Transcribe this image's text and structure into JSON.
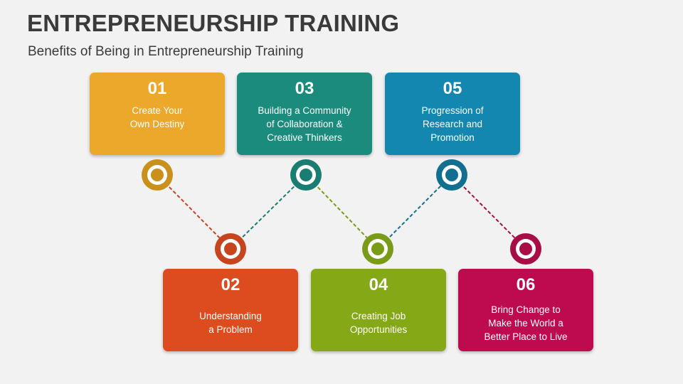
{
  "header": {
    "title": "ENTREPRENEURSHIP TRAINING",
    "subtitle": "Benefits of Being in Entrepreneurship Training"
  },
  "steps": [
    {
      "number": "01",
      "text": "Create Your\nOwn Destiny",
      "color": "#eba82b",
      "ring_color": "#c9911b",
      "row": "top"
    },
    {
      "number": "02",
      "text": "Understanding\na Problem",
      "color": "#dd4c1f",
      "ring_color": "#c6451e",
      "row": "bottom"
    },
    {
      "number": "03",
      "text": "Building a Community\nof Collaboration &\nCreative Thinkers",
      "color": "#1a8b7c",
      "ring_color": "#1a7d71",
      "row": "top"
    },
    {
      "number": "04",
      "text": "Creating Job\nOpportunities",
      "color": "#84a816",
      "ring_color": "#7a9b17",
      "row": "bottom"
    },
    {
      "number": "05",
      "text": "Progression of\nResearch and\nPromotion",
      "color": "#1387b0",
      "ring_color": "#126f8f",
      "row": "top"
    },
    {
      "number": "06",
      "text": "Bring Change to\nMake the World a\nBetter Place to Live",
      "color": "#be0a4f",
      "ring_color": "#a90d46",
      "row": "bottom"
    }
  ]
}
